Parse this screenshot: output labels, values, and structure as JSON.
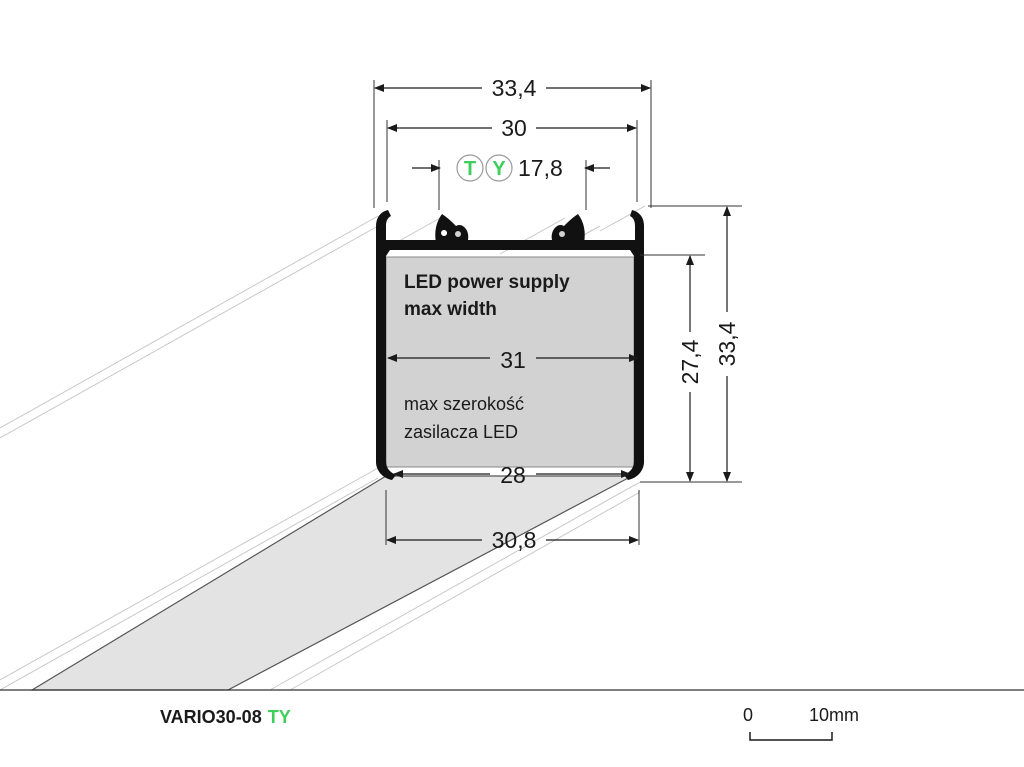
{
  "colors": {
    "accent": "#3ecf5a",
    "profile": "#111111",
    "fill": "#d2d2d2",
    "floor": "#e3e3e3",
    "lines": "#1a1a1a"
  },
  "dimensions": {
    "outer_width": "33,4",
    "inner_width": "30",
    "ty_width": "17,8",
    "psu_width": "31",
    "bottom_opening": "28",
    "bottom_width": "30,8",
    "inner_height": "27,4",
    "outer_height": "33,4"
  },
  "badges": {
    "t": "T",
    "y": "Y"
  },
  "notes": {
    "en_line1": "LED power supply",
    "en_line2": "max width",
    "pl_line1": "max szerokość",
    "pl_line2": "zasilacza LED"
  },
  "footer": {
    "product": "VARIO30-08",
    "variant": "TY"
  },
  "scale": {
    "zero": "0",
    "ten": "10mm"
  }
}
